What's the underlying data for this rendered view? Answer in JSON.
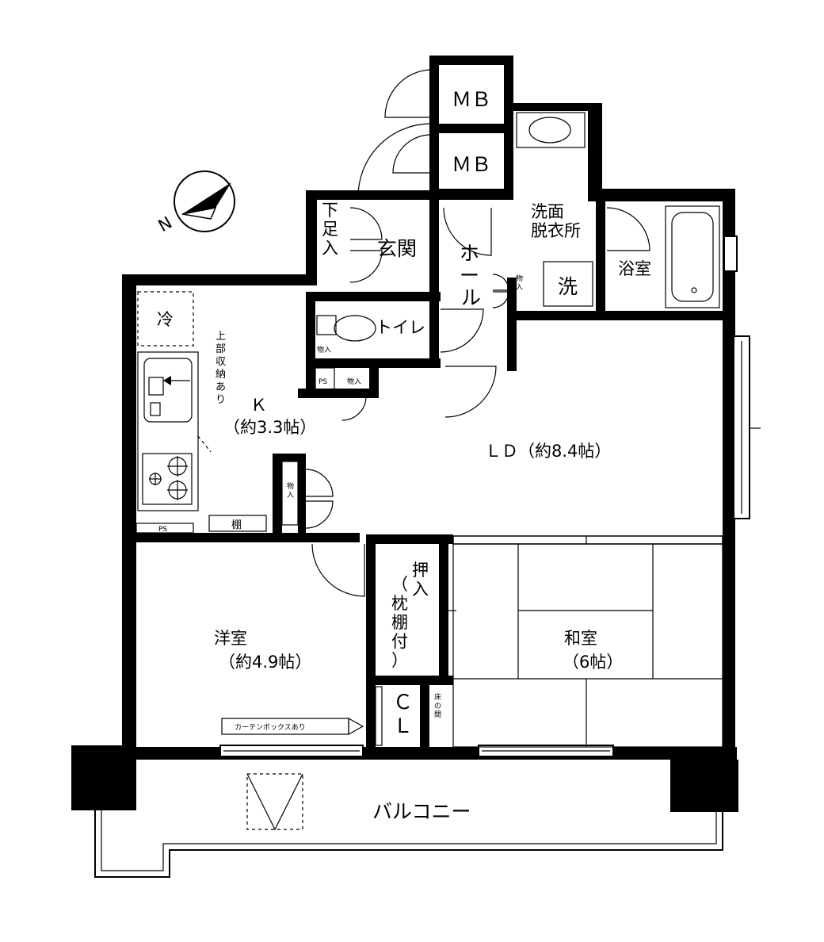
{
  "compass": {
    "letter": "N"
  },
  "rooms": {
    "mb_upper": "ＭＢ",
    "mb_lower": "ＭＢ",
    "shoe_storage": "下足入",
    "entrance": "玄関",
    "hall": "ホール",
    "washroom_line1": "洗面",
    "washroom_line2": "脱衣所",
    "washer": "洗",
    "bathroom": "浴室",
    "storage_small": "物入",
    "toilet": "トイレ",
    "storage_toilet": "物入",
    "ps_upper": "PS",
    "storage_hall": "物入",
    "fridge": "冷",
    "upper_storage_note": "上部収納あり",
    "kitchen_name": "Ｋ",
    "kitchen_size": "（約3.3帖）",
    "ld": "ＬＤ（約8.4帖）",
    "storage_k": "物入",
    "ps_lower": "PS",
    "cabinet": "棚",
    "western_name": "洋室",
    "western_size": "（約4.9帖）",
    "oshiire_line1": "押入",
    "oshiire_line2": "（枕棚付）",
    "japanese_name": "和室",
    "japanese_size": "（6帖）",
    "cl": "ＣＬ",
    "tokonoma": "床の間",
    "curtain_note": "カーテンボックスあり",
    "balcony": "バルコニー"
  }
}
